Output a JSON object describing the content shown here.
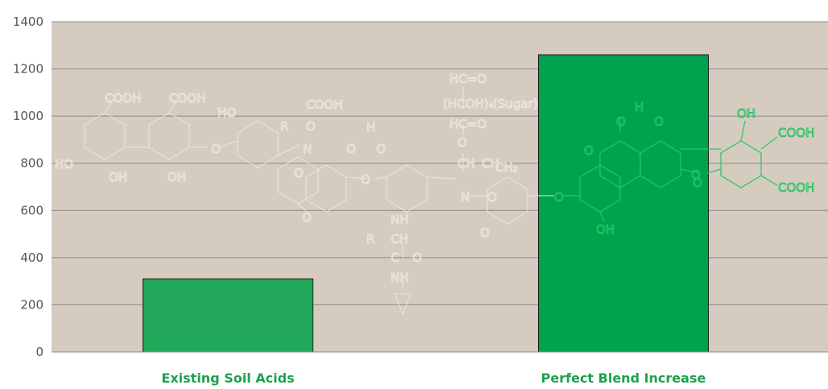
{
  "colors": {
    "plot_background": "#d5ccbf",
    "grid": "#8a8a8a",
    "bar_existing": "#22a85a",
    "bar_increase": "#00a34d",
    "category_label": "#1aa34a",
    "molecule_faint": "#ebe6de",
    "molecule_green": "#27c466"
  },
  "chart_data": {
    "type": "bar",
    "categories": [
      "Existing Soil Acids",
      "Perfect Blend Increase"
    ],
    "values": [
      310,
      1260
    ],
    "ylim": [
      0,
      1400
    ],
    "yticks": [
      0,
      200,
      400,
      600,
      800,
      1000,
      1200,
      1400
    ],
    "title": "",
    "xlabel": "",
    "ylabel": "",
    "grid": true,
    "legend": "none"
  },
  "molecule_labels": {
    "left": [
      "COOH",
      "COOH",
      "HO",
      "COOH",
      "HO",
      "OH",
      "OH",
      "R",
      "O",
      "N",
      "H",
      "O",
      "O",
      "O",
      "O",
      "O",
      "O",
      "NH",
      "R",
      "CH",
      "C",
      "O",
      "NH"
    ],
    "middle": [
      "HC=O",
      "(HCOH)₄",
      "(Sugar)",
      "HC=O",
      "O",
      "CH",
      "CH",
      "CH₂",
      "N",
      "O",
      "O"
    ],
    "right": [
      "O",
      "H",
      "O",
      "O",
      "O",
      "O",
      "OH",
      "OH",
      "COOH",
      "COOH",
      "O"
    ]
  }
}
